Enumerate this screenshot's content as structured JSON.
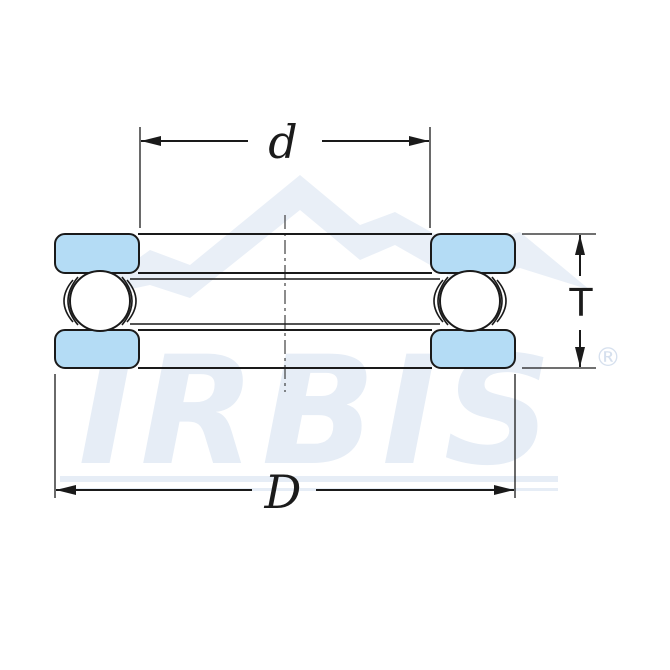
{
  "labels": {
    "inner_diameter": "d",
    "outer_diameter": "D",
    "height": "T"
  },
  "watermark": {
    "text": "IRBIS",
    "registered_mark": "®"
  },
  "colors": {
    "washer_fill": "#b4dcf5",
    "outline": "#1a1a1a",
    "watermark": "#e6edf6",
    "watermark_mountain": "#e9eff7",
    "ball_fill": "#ffffff"
  }
}
